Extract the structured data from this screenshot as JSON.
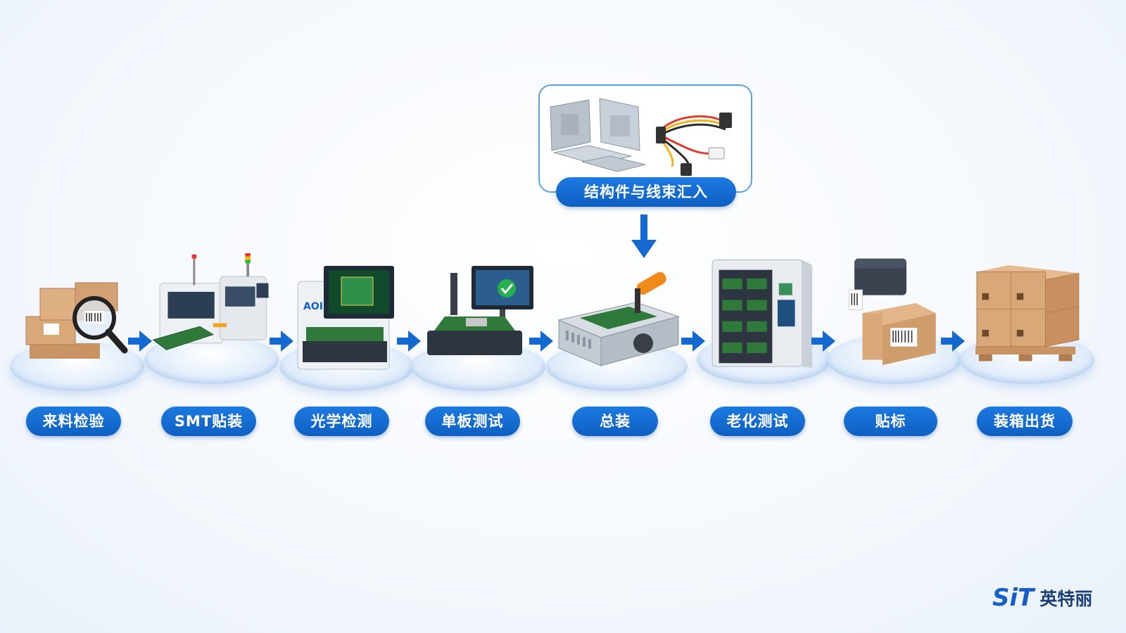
{
  "steps": [
    {
      "label": "来料检验",
      "icon": "box-magnifier-icon"
    },
    {
      "label": "SMT贴装",
      "icon": "smt-machine-icon"
    },
    {
      "label": "光学检测",
      "icon": "aoi-machine-icon"
    },
    {
      "label": "单板测试",
      "icon": "board-test-icon"
    },
    {
      "label": "总装",
      "icon": "chassis-assembly-icon"
    },
    {
      "label": "老化测试",
      "icon": "burn-in-cabinet-icon"
    },
    {
      "label": "贴标",
      "icon": "label-printer-icon"
    },
    {
      "label": "装箱出货",
      "icon": "pallet-boxes-icon"
    }
  ],
  "aoi_tag": "AOI",
  "inlet": {
    "label": "结构件与线束汇入",
    "icon": "brackets-cables-icon"
  },
  "brand": {
    "mark": "SiT",
    "name": "英特丽"
  },
  "colors": {
    "accent": "#1469d0",
    "box": "#d9a878",
    "machine": "#e9edf2"
  }
}
